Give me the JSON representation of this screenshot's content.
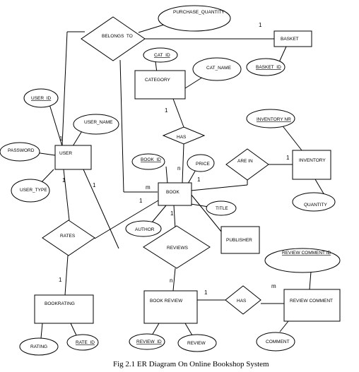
{
  "caption": "Fig 2.1 ER Diagram On Online Bookshop System",
  "entities": {
    "user": "USER",
    "basket": "BASKET",
    "category": "CATEGORY",
    "book": "BOOK",
    "inventory": "INVENTORY",
    "publisher": "PUBLISHER",
    "bookrating": "BOOKRATING",
    "book_review": "BOOK REVIEW",
    "review_comment": "REVIEW COMMENT"
  },
  "relationships": {
    "belongs_to": "BELONGS  TO",
    "has_category": "HAS",
    "are_in": "ARE IN",
    "rates": "RATES",
    "reviews": "REVIEWS",
    "has_comment": "HAS"
  },
  "attributes": {
    "purchase_quantity": "PURCHASE_QUANTITY",
    "cat_id": "CAT_ID",
    "cat_name": "CAT_NAME",
    "basket_id": "BASKET_ID",
    "user_id": "USER_ID",
    "user_name": "USER_NAME",
    "password": "PASSWORD",
    "user_type": "USER_TYPE",
    "inventory_nr": "INVENTORY NR",
    "quantity": "QUANTITY",
    "book_id": "BOOK_ID",
    "price": "PRICE",
    "title": "TITLE",
    "author": "AUTHOR",
    "review_comment_id": "REVIEW COMMENT ID",
    "rating": "RATING",
    "rate_id": "RATE_ID",
    "review_id": "REVIEW_ID",
    "review": "REVIEW",
    "comment": "COMMENT"
  },
  "cardinalities": {
    "basket_1": "1",
    "user_belongs_1": "1",
    "category_1": "1",
    "book_has_n": "n",
    "book_m": "m",
    "book_price_1": "1",
    "book_1": "1",
    "inventory_1": "1",
    "user_rates_1": "1",
    "user_reviews_1": "1",
    "book_reviews_1": "1",
    "bookrating_1": "1",
    "book_review_n": "n",
    "book_review_1": "1",
    "review_comment_m": "m"
  }
}
